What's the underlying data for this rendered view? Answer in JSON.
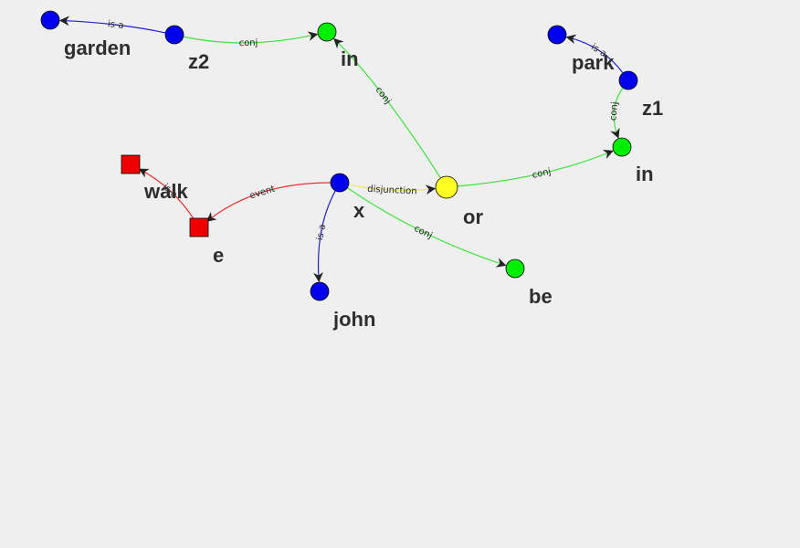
{
  "colors": {
    "background": "#efefef",
    "entity": "#0000ee",
    "relation": "#00ee00",
    "event": "#ee0000",
    "disjunction": "#ffff22",
    "is_a_edge": "#1f1fcf",
    "conj_edge": "#3be33b",
    "event_edge": "#e83030",
    "disjunction_edge": "#e8e860",
    "node_outline": "#000000",
    "label_text": "#2e2e2e"
  },
  "nodes": [
    {
      "id": "garden_t",
      "label": "garden",
      "shape": "circle",
      "kind": "entity"
    },
    {
      "id": "z2",
      "label": "z2",
      "shape": "circle",
      "kind": "entity"
    },
    {
      "id": "in1",
      "label": "in",
      "shape": "circle",
      "kind": "relation"
    },
    {
      "id": "park_t",
      "label": "park",
      "shape": "circle",
      "kind": "entity"
    },
    {
      "id": "z1",
      "label": "z1",
      "shape": "circle",
      "kind": "entity"
    },
    {
      "id": "in2",
      "label": "in",
      "shape": "circle",
      "kind": "relation"
    },
    {
      "id": "walk_t",
      "label": "walk",
      "shape": "square",
      "kind": "event"
    },
    {
      "id": "e",
      "label": "e",
      "shape": "square",
      "kind": "event"
    },
    {
      "id": "x",
      "label": "x",
      "shape": "circle",
      "kind": "entity"
    },
    {
      "id": "or",
      "label": "or",
      "shape": "circle",
      "kind": "disjunction"
    },
    {
      "id": "john_t",
      "label": "john",
      "shape": "circle",
      "kind": "entity"
    },
    {
      "id": "be",
      "label": "be",
      "shape": "circle",
      "kind": "relation"
    }
  ],
  "edges": [
    {
      "from": "z2",
      "to": "garden_t",
      "label": "is-a",
      "kind": "is_a"
    },
    {
      "from": "z2",
      "to": "in1",
      "label": "conj",
      "kind": "conj"
    },
    {
      "from": "or",
      "to": "in1",
      "label": "conj",
      "kind": "conj"
    },
    {
      "from": "z1",
      "to": "park_t",
      "label": "is-a",
      "kind": "is_a"
    },
    {
      "from": "z1",
      "to": "in2",
      "label": "conj",
      "kind": "conj"
    },
    {
      "from": "or",
      "to": "in2",
      "label": "conj",
      "kind": "conj"
    },
    {
      "from": "e",
      "to": "walk_t",
      "label": "is-a",
      "kind": "event"
    },
    {
      "from": "x",
      "to": "e",
      "label": "event",
      "kind": "event"
    },
    {
      "from": "x",
      "to": "or",
      "label": "disjunction",
      "kind": "disjunction"
    },
    {
      "from": "x",
      "to": "john_t",
      "label": "is-a",
      "kind": "is_a"
    },
    {
      "from": "x",
      "to": "be",
      "label": "conj",
      "kind": "conj"
    }
  ]
}
